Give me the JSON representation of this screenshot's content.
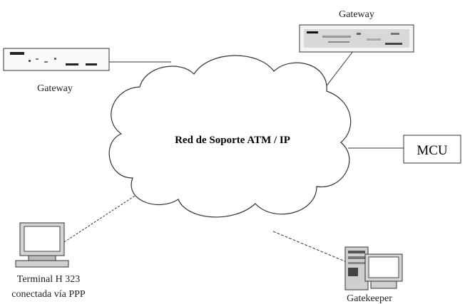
{
  "network": {
    "label": "Red de Soporte ATM / IP"
  },
  "gateway_left": {
    "label": "Gateway"
  },
  "gateway_right": {
    "label": "Gateway"
  },
  "mcu": {
    "label": "MCU"
  },
  "terminal": {
    "label_line1": "Terminal H 323",
    "label_line2": "conectada vía PPP"
  },
  "gatekeeper": {
    "label": "Gatekeeper"
  }
}
